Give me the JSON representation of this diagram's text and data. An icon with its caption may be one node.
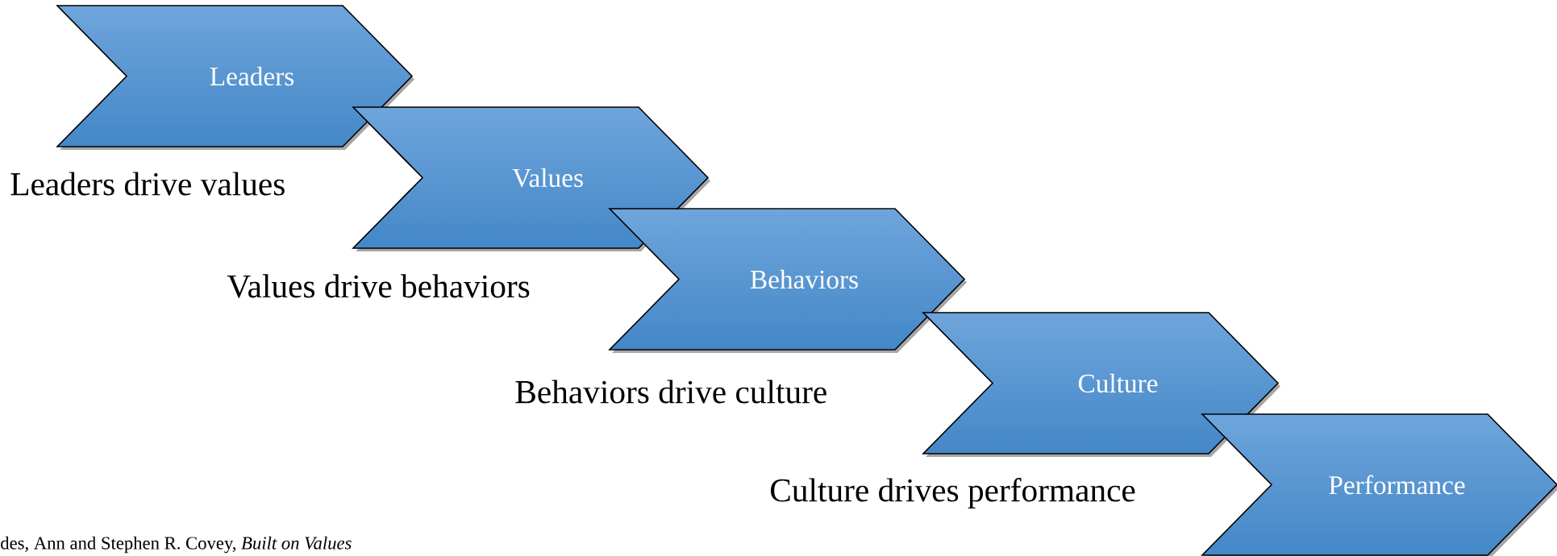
{
  "diagram": {
    "nodes": [
      {
        "text": [
          "Leaders"
        ]
      },
      {
        "text": [
          "Values"
        ]
      },
      {
        "text": [
          "Behaviors"
        ]
      },
      {
        "text": [
          "Culture"
        ]
      },
      {
        "text": [
          "Performance"
        ]
      }
    ],
    "labels": [
      "Leaders drive values",
      "Values drive behaviors",
      "Behaviors drive culture",
      "Culture drives performance",
      "des, Ann and Stephen R. Covey, *Built on Values*"
    ]
  }
}
